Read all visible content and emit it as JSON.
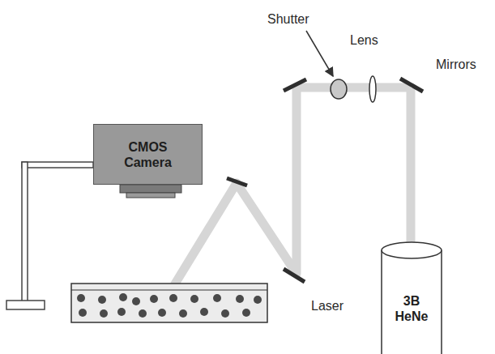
{
  "diagram": {
    "nodes": [
      {
        "text": [
          "CMOS Camera"
        ]
      },
      {
        "text": [
          "3B HeNe"
        ]
      }
    ],
    "labels": [
      "Shutter",
      "Lens",
      "Mirrors",
      "Laser"
    ]
  }
}
